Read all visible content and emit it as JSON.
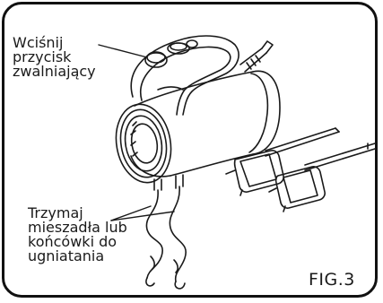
{
  "figure": {
    "label": "FIG.3"
  },
  "callouts": {
    "release_button": [
      "Wciśnij",
      "przycisk",
      "zwalniający"
    ],
    "hold_beaters": [
      "Trzymaj",
      "mieszadła lub",
      "końcówki do",
      "ugniatania"
    ]
  },
  "colors": {
    "line": "#1a1a1a",
    "background": "#ffffff"
  }
}
